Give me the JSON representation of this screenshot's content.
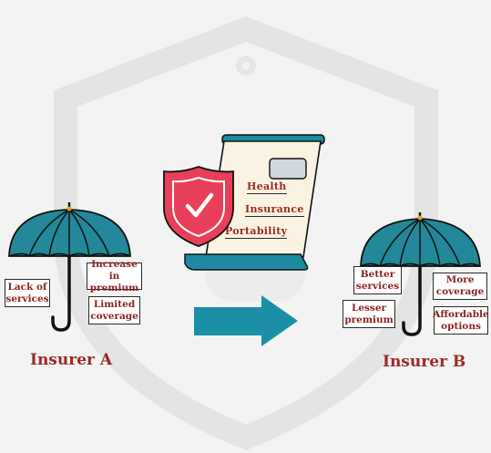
{
  "insurer_a": {
    "title": "Insurer A",
    "tags": {
      "lack_of_services": "Lack of services",
      "increase_in_premium": "Increase in premium",
      "limited_coverage": "Limited coverage"
    }
  },
  "insurer_b": {
    "title": "Insurer B",
    "tags": {
      "better_services": "Better services",
      "more_coverage": "More coverage",
      "lesser_premium": "Lesser premium",
      "affordable_options": "Affordable options"
    }
  },
  "document": {
    "lines": [
      "Health",
      "Insurance",
      "Portability"
    ]
  },
  "colors": {
    "umbrella": "#23889a",
    "arrow": "#1a8fa5",
    "shield": "#e8405a",
    "text_accent": "#9a2a26",
    "paper": "#fbf3e1"
  },
  "icons": [
    "shield-check-icon",
    "umbrella-icon",
    "right-arrow-icon",
    "document-icon"
  ]
}
